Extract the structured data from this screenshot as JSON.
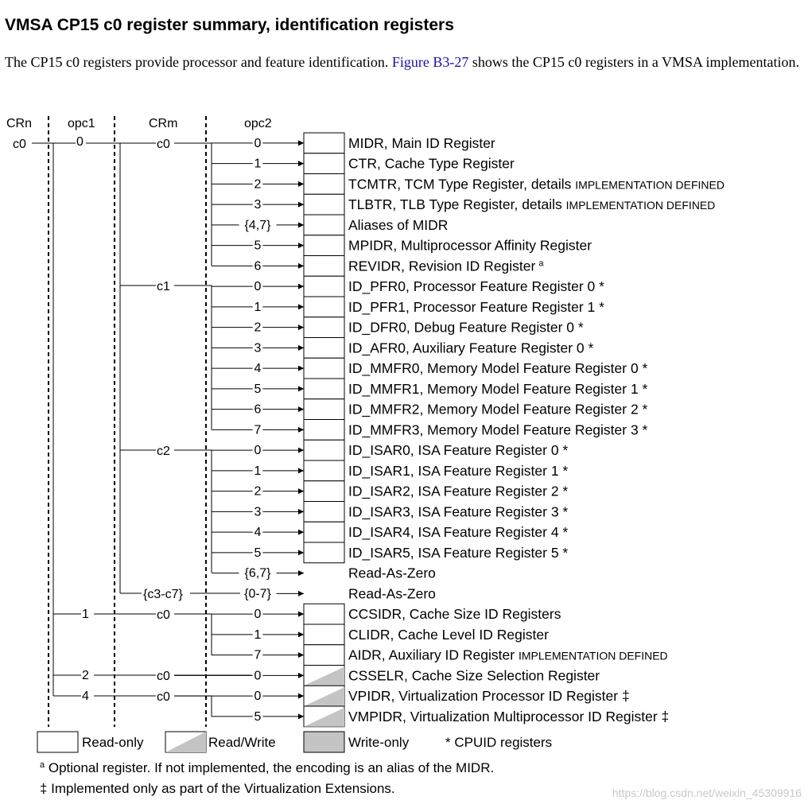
{
  "section": {
    "title": "VMSA CP15 c0 register summary, identification registers",
    "intro_before": "The CP15 c0 registers provide processor and feature identification. ",
    "intro_link": "Figure B3-27",
    "intro_after": " shows the CP15 c0 registers in a VMSA implementation."
  },
  "columns": {
    "crn": "CRn",
    "opc1": "opc1",
    "crm": "CRm",
    "opc2": "opc2"
  },
  "diagram_labels": {
    "crn_value": "c0",
    "opc1_values": [
      "0",
      "1",
      "2",
      "4"
    ],
    "crm_values": [
      "c0",
      "c1",
      "c2",
      "{c3-c7}",
      "c0",
      "c0",
      "c0"
    ]
  },
  "rows": [
    {
      "opc2": "0",
      "name": "MIDR, Main ID Register",
      "suffix": "",
      "access": "ro"
    },
    {
      "opc2": "1",
      "name": "CTR, Cache Type Register",
      "suffix": "",
      "access": "ro"
    },
    {
      "opc2": "2",
      "name": "TCMTR, TCM Type Register, details ",
      "suffix": "IMPLEMENTATION DEFINED",
      "access": "ro"
    },
    {
      "opc2": "3",
      "name": "TLBTR, TLB Type Register, details ",
      "suffix": "IMPLEMENTATION DEFINED",
      "access": "ro"
    },
    {
      "opc2": "{4,7}",
      "name": "Aliases of MIDR",
      "suffix": "",
      "access": "ro"
    },
    {
      "opc2": "5",
      "name": "MPIDR, Multiprocessor Affinity Register",
      "suffix": "",
      "access": "ro"
    },
    {
      "opc2": "6",
      "name": "REVIDR, Revision ID Register",
      "suffix": "a",
      "access": "ro"
    },
    {
      "opc2": "0",
      "name": "ID_PFR0, Processor Feature Register 0 *",
      "suffix": "",
      "access": "ro"
    },
    {
      "opc2": "1",
      "name": "ID_PFR1, Processor Feature Register 1 *",
      "suffix": "",
      "access": "ro"
    },
    {
      "opc2": "2",
      "name": "ID_DFR0, Debug Feature Register 0 *",
      "suffix": "",
      "access": "ro"
    },
    {
      "opc2": "3",
      "name": "ID_AFR0, Auxiliary Feature Register 0 *",
      "suffix": "",
      "access": "ro"
    },
    {
      "opc2": "4",
      "name": "ID_MMFR0, Memory Model Feature Register 0 *",
      "suffix": "",
      "access": "ro"
    },
    {
      "opc2": "5",
      "name": "ID_MMFR1, Memory Model Feature Register 1 *",
      "suffix": "",
      "access": "ro"
    },
    {
      "opc2": "6",
      "name": "ID_MMFR2, Memory Model Feature Register 2 *",
      "suffix": "",
      "access": "ro"
    },
    {
      "opc2": "7",
      "name": "ID_MMFR3, Memory Model Feature Register 3 *",
      "suffix": "",
      "access": "ro"
    },
    {
      "opc2": "0",
      "name": "ID_ISAR0, ISA Feature Register 0 *",
      "suffix": "",
      "access": "ro"
    },
    {
      "opc2": "1",
      "name": "ID_ISAR1, ISA Feature Register 1 *",
      "suffix": "",
      "access": "ro"
    },
    {
      "opc2": "2",
      "name": "ID_ISAR2, ISA Feature Register 2 *",
      "suffix": "",
      "access": "ro"
    },
    {
      "opc2": "3",
      "name": "ID_ISAR3, ISA Feature Register 3 *",
      "suffix": "",
      "access": "ro"
    },
    {
      "opc2": "4",
      "name": "ID_ISAR4, ISA Feature Register 4 *",
      "suffix": "",
      "access": "ro"
    },
    {
      "opc2": "5",
      "name": "ID_ISAR5, ISA Feature Register 5 *",
      "suffix": "",
      "access": "ro"
    },
    {
      "opc2": "{6,7}",
      "name": "Read-As-Zero",
      "suffix": "",
      "access": "none"
    },
    {
      "opc2": "{0-7}",
      "name": "Read-As-Zero",
      "suffix": "",
      "access": "none"
    },
    {
      "opc2": "0",
      "name": "CCSIDR, Cache Size ID Registers",
      "suffix": "",
      "access": "ro"
    },
    {
      "opc2": "1",
      "name": "CLIDR, Cache Level ID Register",
      "suffix": "",
      "access": "ro"
    },
    {
      "opc2": "7",
      "name": "AIDR, Auxiliary ID Register ",
      "suffix": "IMPLEMENTATION DEFINED",
      "access": "ro"
    },
    {
      "opc2": "0",
      "name": "CSSELR, Cache Size Selection Register",
      "suffix": "",
      "access": "rw"
    },
    {
      "opc2": "0",
      "name": "VPIDR, Virtualization Processor ID Register ‡",
      "suffix": "",
      "access": "rw"
    },
    {
      "opc2": "5",
      "name": "VMPIDR, Virtualization Multiprocessor ID Register ‡",
      "suffix": "",
      "access": "rw"
    }
  ],
  "legend": {
    "read_only": "Read-only",
    "read_write": "Read/Write",
    "write_only": "Write-only",
    "cpuid": "* CPUID registers"
  },
  "footnotes": {
    "a_marker": "a",
    "a_text": " Optional register. If not implemented, the encoding is an alias of the MIDR.",
    "dagger": "‡ Implemented only as part of the Virtualization Extensions."
  },
  "watermark": "https://blog.csdn.net/weixin_45309916",
  "colors": {
    "box_fill_gray": "#c4c4c4",
    "line": "#000000",
    "link": "#1a0dab"
  }
}
